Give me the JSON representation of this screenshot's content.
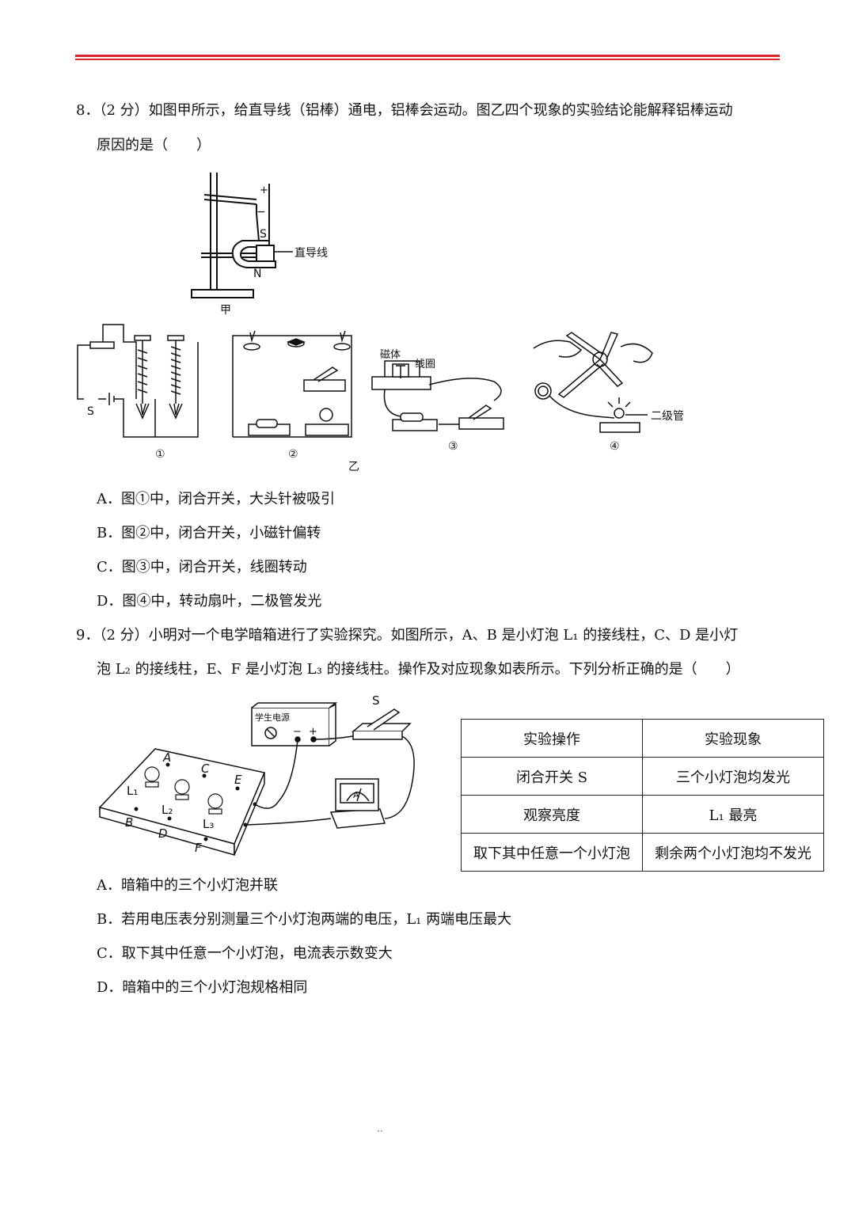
{
  "q8": {
    "number": "8．",
    "score": "（2 分）",
    "stem_line1": "如图甲所示，给直导线（铝棒）通电，铝棒会运动。图乙四个现象的实验结论能解释铝棒运动",
    "stem_line2": "原因的是（　　）",
    "fig_jia": {
      "plus": "+",
      "minus": "−",
      "s_pole": "S",
      "n_pole": "N",
      "wire_label": "直导线",
      "caption": "甲"
    },
    "fig_yi": {
      "s_switch": "S",
      "magnet_label": "磁体",
      "coil_label": "线圈",
      "diode_label": "二级管",
      "captions": [
        "①",
        "②",
        "③",
        "④"
      ],
      "group_caption": "乙"
    },
    "options": [
      "A．图①中，闭合开关，大头针被吸引",
      "B．图②中，闭合开关，小磁针偏转",
      "C．图③中，闭合开关，线圈转动",
      "D．图④中，转动扇叶，二极管发光"
    ]
  },
  "q9": {
    "number": "9．",
    "score": "（2 分）",
    "stem_line1": "小明对一个电学暗箱进行了实验探究。如图所示，A、B 是小灯泡 L₁ 的接线柱，C、D 是小灯",
    "stem_line2": "泡 L₂ 的接线柱，E、F 是小灯泡 L₃ 的接线柱。操作及对应现象如表所示。下列分析正确的是（　　）",
    "figure": {
      "power_label": "学生电源",
      "minus": "−",
      "plus": "+",
      "switch": "S",
      "ammeter": "A",
      "terminal_labels": [
        "A",
        "B",
        "C",
        "D",
        "E",
        "F"
      ],
      "bulb_labels": [
        "L₁",
        "L₂",
        "L₃"
      ]
    },
    "table": {
      "headers": [
        "实验操作",
        "实验现象"
      ],
      "rows": [
        [
          "闭合开关 S",
          "三个小灯泡均发光"
        ],
        [
          "观察亮度",
          "L₁ 最亮"
        ],
        [
          "取下其中任意一个小灯泡",
          "剩余两个小灯泡均不发光"
        ]
      ]
    },
    "options": [
      "A．暗箱中的三个小灯泡并联",
      "B．若用电压表分别测量三个小灯泡两端的电压，L₁ 两端电压最大",
      "C．取下其中任意一个小灯泡，电流表示数变大",
      "D．暗箱中的三个小灯泡规格相同"
    ]
  },
  "footer_mark": "··"
}
